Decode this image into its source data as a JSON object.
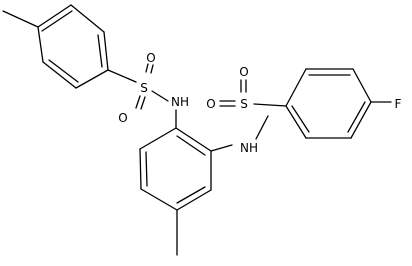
{
  "molecule": {
    "atoms": {
      "s_left": "S",
      "o_left_top": "O",
      "o_left_bottom": "O",
      "nh_left": "NH",
      "s_right": "S",
      "o_right_top": "O",
      "o_right_left": "O",
      "nh_right": "NH",
      "fluorine": "F"
    }
  }
}
